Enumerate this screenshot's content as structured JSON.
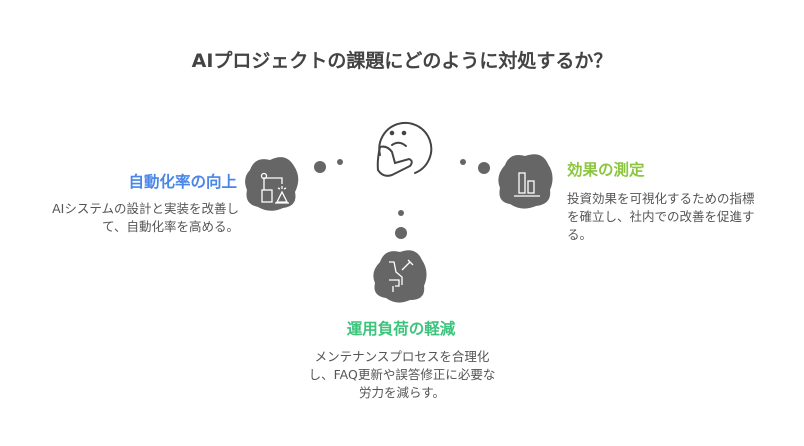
{
  "title": "AIプロジェクトの課題にどのように対処するか？",
  "items": [
    {
      "heading": "自動化率の向上",
      "body": "AIシステムの設計と実装を改善して、自動化率を高める。",
      "color": "#4a86e8",
      "icon": "robot-arm-icon"
    },
    {
      "heading": "効果の測定",
      "body": "投資効果を可視化するための指標を確立し、社内での改善を促進する。",
      "color": "#8cc63f",
      "icon": "bar-chart-icon"
    },
    {
      "heading": "運用負荷の軽減",
      "body": "メンテナンスプロセスを合理化し、FAQ更新や誤答修正に必要な労力を減らす。",
      "color": "#3cc47c",
      "icon": "wrench-tools-icon"
    }
  ],
  "center_icon": "thinking-face-icon"
}
